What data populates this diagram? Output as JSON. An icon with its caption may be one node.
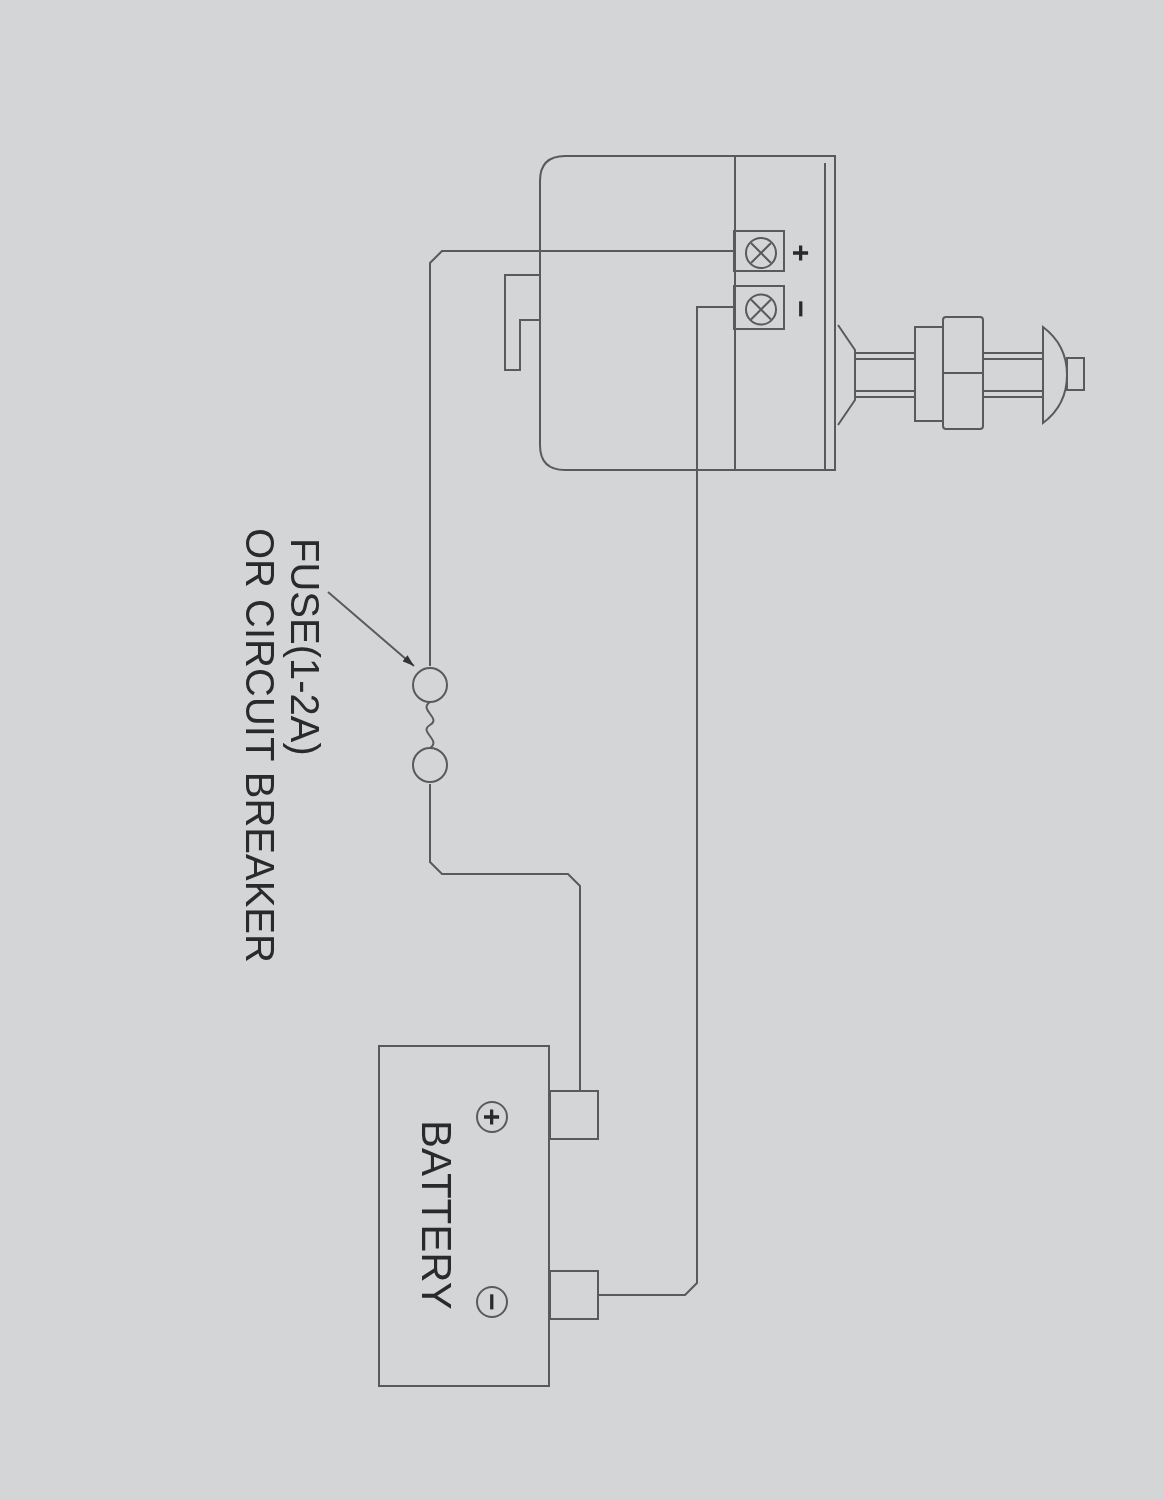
{
  "diagram": {
    "nodes": [
      {
        "text": [],
        "shape": "picture"
      },
      {
        "text": [],
        "shape": "box",
        "in": 0,
        "beside": [
          "+"
        ]
      },
      {
        "text": [],
        "shape": "box",
        "in": 0,
        "beside": [
          "−"
        ]
      },
      {
        "text": [],
        "shape": "picture"
      },
      {
        "text": [
          "FUSE(1-2A)",
          "OR CIRCUIT BREAKER"
        ]
      },
      {
        "text": [
          "BATTERY",
          "+",
          "−"
        ]
      },
      {
        "text": [],
        "shape": "box"
      },
      {
        "text": [],
        "shape": "box"
      }
    ],
    "edges": [
      {
        "from": 1,
        "to": 3,
        "arrow": "none"
      },
      {
        "from": 3,
        "to": 6,
        "arrow": "none"
      },
      {
        "from": 2,
        "to": 7,
        "arrow": "none"
      },
      {
        "from": 4,
        "to": 3,
        "arrow": "to"
      }
    ]
  }
}
